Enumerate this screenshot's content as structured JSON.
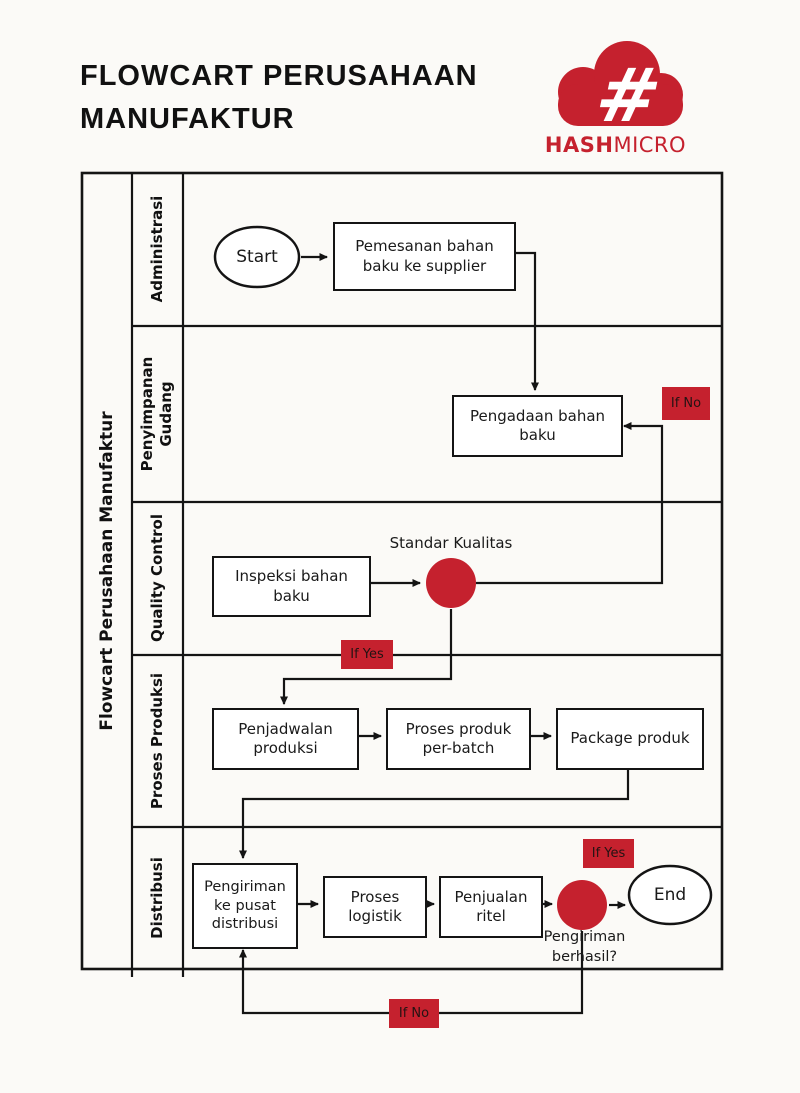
{
  "header": {
    "title_line1": "FLOWCART PERUSAHAAN",
    "title_line2": "MANUFAKTUR"
  },
  "logo": {
    "brand_bold": "HASH",
    "brand_light": "MICRO"
  },
  "colors": {
    "accent_red": "#C5212E",
    "line_black": "#141414",
    "background": "#FBFAF7"
  },
  "diagram": {
    "frame_label": "Flowcart Perusahaan Manufaktur",
    "lanes": [
      {
        "label": "Administrasi"
      },
      {
        "line1": "Penyimpanan",
        "line2": "Gudang"
      },
      {
        "label": "Quality Control"
      },
      {
        "label": "Proses Produksi"
      },
      {
        "label": "Distribusi"
      }
    ],
    "nodes": {
      "start": {
        "label": "Start"
      },
      "pemesanan": {
        "line1": "Pemesanan bahan",
        "line2": "baku ke supplier"
      },
      "pengadaan": {
        "line1": "Pengadaan bahan",
        "line2": "baku"
      },
      "inspeksi": {
        "line1": "Inspeksi bahan",
        "line2": "baku"
      },
      "penjadwalan": {
        "line1": "Penjadwalan",
        "line2": "produksi"
      },
      "proses_batch": {
        "line1": "Proses produk",
        "line2": "per-batch"
      },
      "package": {
        "label": "Package produk"
      },
      "pengiriman": {
        "line1": "Pengiriman",
        "line2": "ke pusat",
        "line3": "distribusi"
      },
      "logistik": {
        "line1": "Proses",
        "line2": "logistik"
      },
      "penjualan": {
        "line1": "Penjualan",
        "line2": "ritel"
      },
      "end": {
        "label": "End"
      }
    },
    "decisions": {
      "standar_kualitas": {
        "label": "Standar Kualitas"
      },
      "pengiriman_berhasil": {
        "line1": "Pengiriman",
        "line2": "berhasil?"
      }
    },
    "badges": {
      "if_no_top": "If No",
      "if_yes_mid": "If Yes",
      "if_yes_bottom": "If Yes",
      "if_no_bottom": "If No"
    }
  }
}
